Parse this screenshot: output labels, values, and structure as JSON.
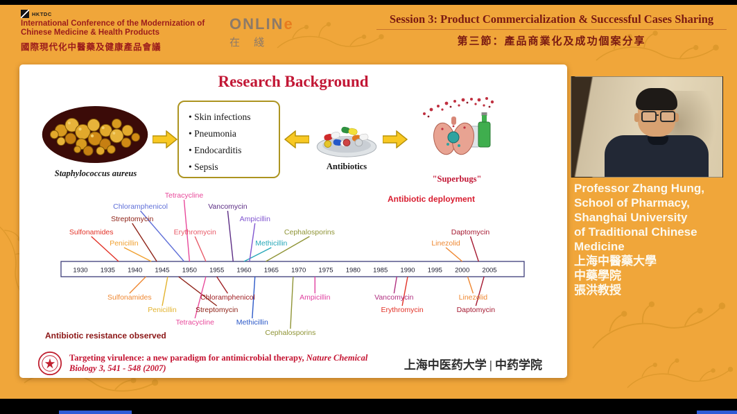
{
  "colors": {
    "stage_background": "#f0a63a",
    "slide_title_red": "#c21735",
    "header_red": "#9b1b1b",
    "session_red": "#7a1a12",
    "online_gray": "#8d7a68",
    "online_orange": "#e87c1e",
    "bottom_accent_blue": "#2f5bd6"
  },
  "icons": {
    "arrow-right-icon": "→",
    "arrow-left-icon": "←"
  },
  "header": {
    "brand": {
      "logo_text": "HKTDC",
      "line1": "International Conference of the Modernization of",
      "line2": "Chinese Medicine & Health Products",
      "line3": "國際現代化中醫藥及健康產品會議"
    },
    "online": {
      "text_main": "ONLIN",
      "text_e": "e",
      "text_zh": "在 綫"
    },
    "session": {
      "title_en": "Session 3: Product Commercialization & Successful Cases Sharing",
      "title_zh": "第三節：產品商業化及成功個案分享"
    }
  },
  "slide": {
    "title": "Research Background",
    "bacteria_caption": "Staphylococcus aureus",
    "infection_items": [
      "Skin infections",
      "Pneumonia",
      "Endocarditis",
      "Sepsis"
    ],
    "antibiotics_caption": "Antibiotics",
    "superbugs_caption": "\"Superbugs\"",
    "footer": {
      "citation_title": "Targeting virulence: a new paradigm for antimicrobial therapy, ",
      "citation_journal": "Nature Chemical Biology 3, 541 - 548 (2007)",
      "affiliation": "上海中医药大学 | 中药学院"
    }
  },
  "speaker": {
    "lines": [
      "Professor Zhang Hung,",
      "School of Pharmacy,",
      "Shanghai University",
      "of Traditional Chinese",
      "Medicine",
      "上海中醫藥大學",
      "中藥學院",
      "張洪教授"
    ]
  },
  "chart_data": {
    "type": "timeline",
    "title": "Antibiotic deployment and antibiotic resistance observed, 1930-2005",
    "deployment_label": "Antibiotic deployment",
    "resistance_label": "Antibiotic resistance observed",
    "axis": {
      "min": 1930,
      "max": 2005,
      "tick_step": 5,
      "unit": "year",
      "box_color": "#3c3c78",
      "ticks": [
        1930,
        1935,
        1940,
        1945,
        1950,
        1955,
        1960,
        1965,
        1970,
        1975,
        1980,
        1985,
        1990,
        1995,
        2000,
        2005
      ]
    },
    "deployment": [
      {
        "name": "Sulfonamides",
        "year": 1937,
        "label_year": 1932,
        "row": 3,
        "color": "#e23227"
      },
      {
        "name": "Penicillin",
        "year": 1943,
        "label_year": 1938,
        "row": 4,
        "color": "#f0a030"
      },
      {
        "name": "Streptomycin",
        "year": 1944,
        "label_year": 1939.5,
        "row": 2,
        "color": "#8f2318"
      },
      {
        "name": "Chloramphenicol",
        "year": 1949,
        "label_year": 1941,
        "row": 1,
        "color": "#5f6fd8"
      },
      {
        "name": "Tetracycline",
        "year": 1950,
        "label_year": 1949,
        "row": 0,
        "color": "#e8489a"
      },
      {
        "name": "Erythromycin",
        "year": 1953,
        "label_year": 1951,
        "row": 3,
        "color": "#e85a68"
      },
      {
        "name": "Vancomycin",
        "year": 1958,
        "label_year": 1957,
        "row": 1,
        "color": "#5c2d85"
      },
      {
        "name": "Methicillin",
        "year": 1960,
        "label_year": 1965,
        "row": 4,
        "color": "#28a8b8"
      },
      {
        "name": "Ampicillin",
        "year": 1961,
        "label_year": 1962,
        "row": 2,
        "color": "#8055d0"
      },
      {
        "name": "Cephalosporins",
        "year": 1964,
        "label_year": 1972,
        "row": 3,
        "color": "#8f9435"
      },
      {
        "name": "Linezolid",
        "year": 2000,
        "label_year": 1997,
        "row": 4,
        "color": "#ef8832"
      },
      {
        "name": "Daptomycin",
        "year": 2003,
        "label_year": 2001.5,
        "row": 3,
        "color": "#a51a32"
      }
    ],
    "resistance": [
      {
        "name": "Sulfonamides",
        "year": 1942,
        "label_year": 1939,
        "row": 0,
        "color": "#ef8832"
      },
      {
        "name": "Penicillin",
        "year": 1946,
        "label_year": 1945,
        "row": 1,
        "color": "#e3b32e"
      },
      {
        "name": "Streptomycin",
        "year": 1948,
        "label_year": 1955,
        "row": 1,
        "color": "#8f2318"
      },
      {
        "name": "Chloramphenicol",
        "year": 1955,
        "label_year": 1957,
        "row": 0,
        "color": "#a02024"
      },
      {
        "name": "Tetracycline",
        "year": 1953,
        "label_year": 1951,
        "row": 2,
        "color": "#e8489a"
      },
      {
        "name": "Methicillin",
        "year": 1962,
        "label_year": 1961.5,
        "row": 2,
        "color": "#2b58c8"
      },
      {
        "name": "Ampicillin",
        "year": 1973,
        "label_year": 1973,
        "row": 0,
        "color": "#e040a0"
      },
      {
        "name": "Cephalosporins",
        "year": 1969,
        "label_year": 1968.5,
        "row": 3,
        "color": "#8f9435"
      },
      {
        "name": "Vancomycin",
        "year": 1988,
        "label_year": 1987.5,
        "row": 0,
        "color": "#b03080"
      },
      {
        "name": "Erythromycin",
        "year": 1990,
        "label_year": 1989,
        "row": 1,
        "color": "#e23227"
      },
      {
        "name": "Linezolid",
        "year": 2001,
        "label_year": 2002,
        "row": 0,
        "color": "#ef8832"
      },
      {
        "name": "Daptomycin",
        "year": 2004,
        "label_year": 2002.5,
        "row": 1,
        "color": "#a51a32"
      }
    ]
  }
}
